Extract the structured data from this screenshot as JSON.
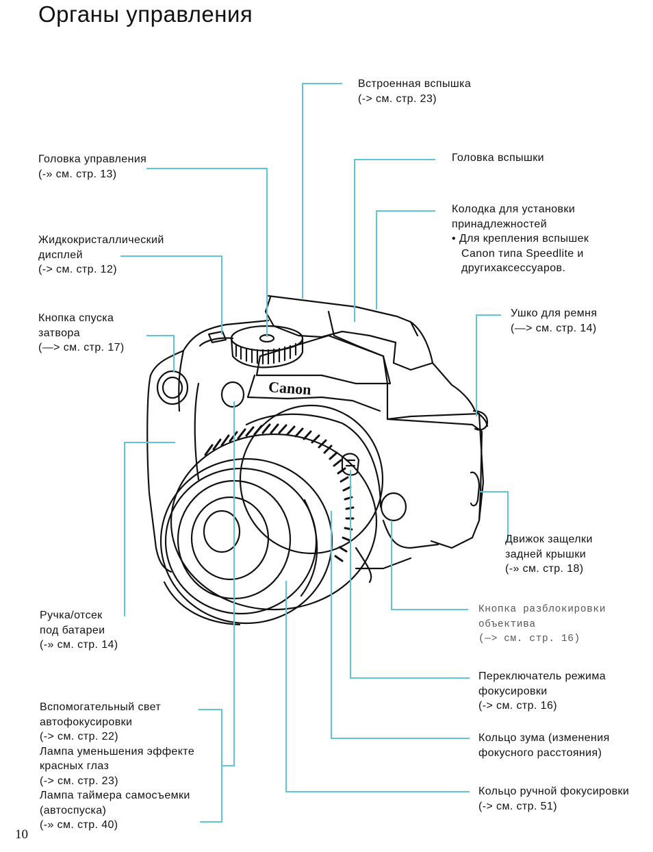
{
  "page": {
    "title": "Органы управления",
    "page_number": "10"
  },
  "labels": {
    "flash": [
      "Встроенная вспышка",
      "(-> см. стр. 23)"
    ],
    "control_dial": [
      "Головка управления",
      "(-» см. стр. 13)"
    ],
    "lcd": [
      "Жидкокристаллический",
      "дисплей",
      "(-> см. стр. 12)"
    ],
    "shutter_button": [
      "Кнопка спуска",
      "затвора",
      "(—> см. стр. 17)"
    ],
    "grip": [
      "Ручка/отсек",
      "под батареи",
      "(-» см. стр. 14)"
    ],
    "af_lamp": [
      "Вспомогательный свет",
      "автофокусировки",
      "(-> см. стр. 22)",
      "Лампа уменьшения эффекте",
      "красных глаз",
      "(-> см. стр. 23)",
      "Лампа таймера самосъемки",
      "(автоспуска)",
      "(-» см. стр. 40)"
    ],
    "flash_head": [
      "Головка вспышки"
    ],
    "hot_shoe": [
      "Колодка для установки",
      "принадлежностей",
      "• Для крепления вспышек",
      "Canon типа Speedlite и",
      "другихаксессуаров."
    ],
    "strap_mount": [
      "Ушко для ремня",
      "(—> см. стр. 14)"
    ],
    "back_cover_latch": [
      "Движок защелки",
      "задней крышки",
      "(-» см. стр. 18)"
    ],
    "lens_release": [
      "Кнопка разблокировки",
      "объектива",
      "(—> см. стр. 16)"
    ],
    "focus_mode_switch": [
      "Переключатель режима",
      "фокусировки",
      "(-> см. стр. 16)"
    ],
    "zoom_ring": [
      "Кольцо зума (изменения",
      "фокусного расстояния)"
    ],
    "focus_ring": [
      "Кольцо ручной фокусировки",
      "(-> см. стр. 51)"
    ]
  },
  "camera": {
    "brand_mark": "Canon"
  },
  "colors": {
    "leader_line": "#5bc6d6",
    "ink": "#111111"
  }
}
